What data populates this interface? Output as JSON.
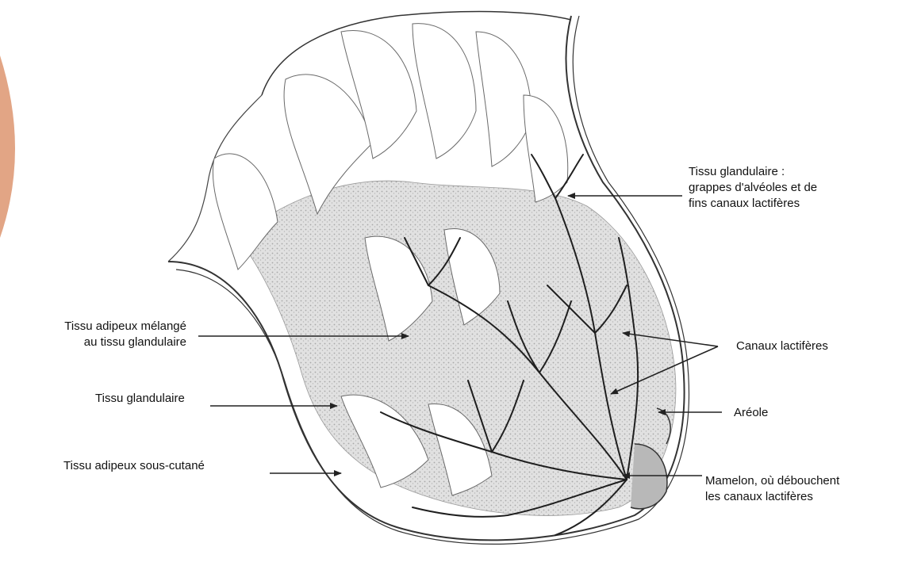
{
  "colors": {
    "tissue": "#c9c9c9",
    "ink": "#2a2a2a",
    "accent_circle": "#e7a98a"
  },
  "labels": {
    "glandular_lobes": "Tissu glandulaire :\ngrappes d'alvéoles et de\nfins canaux lactifères",
    "fat_mixed": "Tissu adipeux mélangé\nau tissu glandulaire",
    "glandular": "Tissu glandulaire",
    "subcutaneous_fat": "Tissu adipeux sous-cutané",
    "ducts": "Canaux lactifères",
    "areola": "Aréole",
    "nipple": "Mamelon, où débouchent\nles canaux lactifères"
  }
}
